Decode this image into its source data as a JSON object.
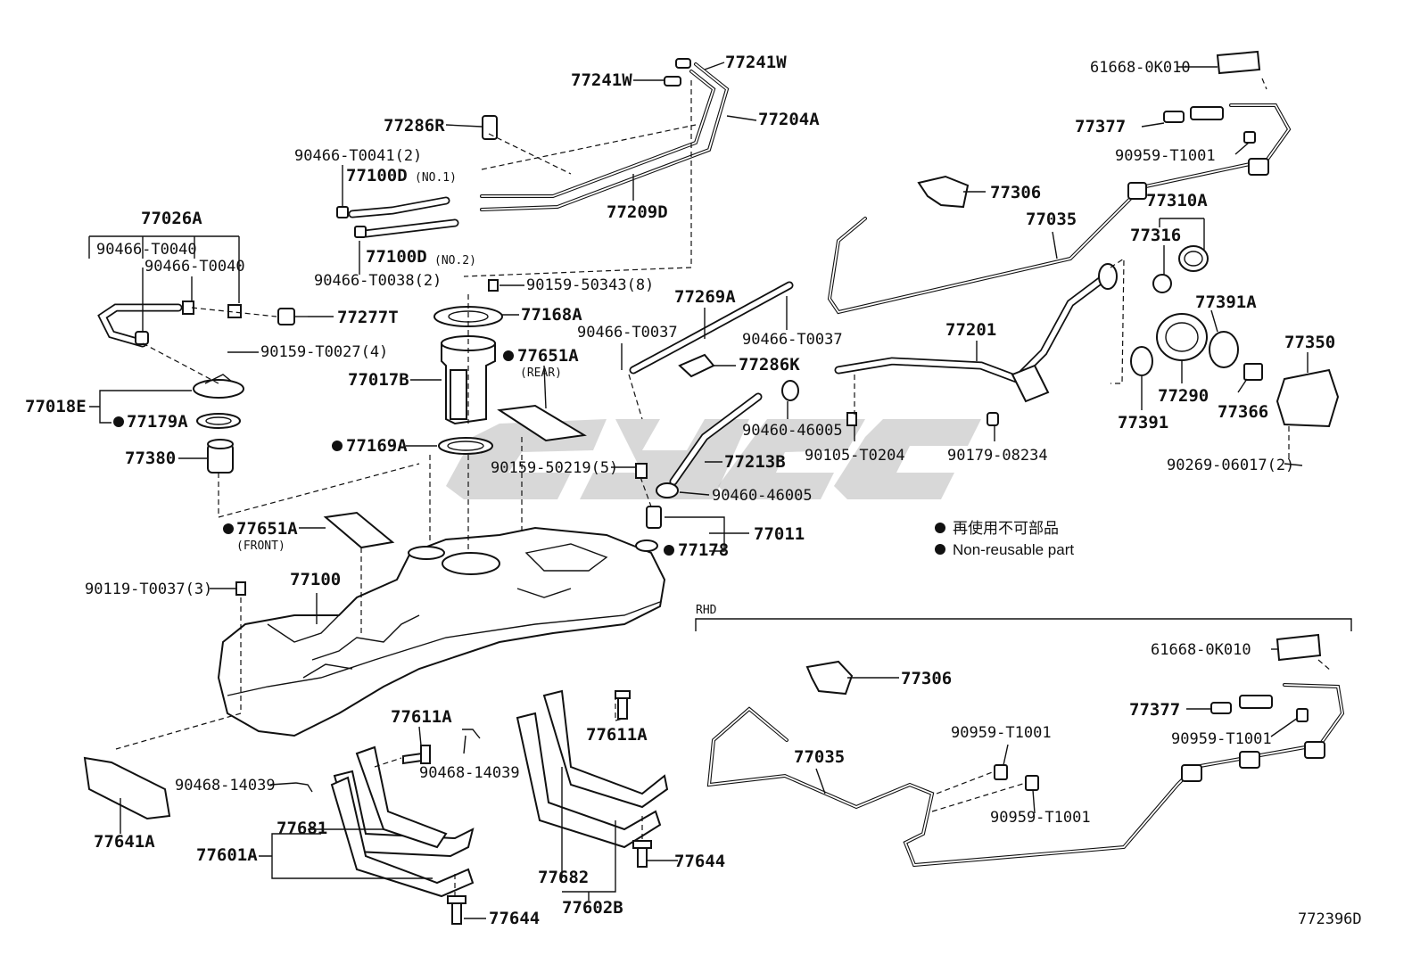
{
  "labels": {
    "p77241W_a": "77241W",
    "p77241W_b": "77241W",
    "p77204A": "77204A",
    "p77286R": "77286R",
    "p90466T0041": "90466-T0041(2)",
    "p77100D": "77100D",
    "no1": "(NO.1)",
    "p77209D": "77209D",
    "p77026A": "77026A",
    "p90466T0040_a": "90466-T0040",
    "p90466T0040_b": "90466-T0040",
    "p77100D_b": "77100D",
    "no2": "(NO.2)",
    "p90466T0038": "90466-T0038(2)",
    "p90159_50343": "90159-50343(8)",
    "p77168A": "77168A",
    "p77277T": "77277T",
    "p90159T0027": "90159-T0027(4)",
    "p77017B": "77017B",
    "p77651A_rear": "77651A",
    "rear": "(REAR)",
    "p77018E": "77018E",
    "p77179A": "77179A",
    "p77380": "77380",
    "p77169A": "77169A",
    "p90159_50219": "90159-50219(5)",
    "p77651A_front": "77651A",
    "front": "(FRONT)",
    "p90119T0037": "90119-T0037(3)",
    "p77100": "77100",
    "p77269A": "77269A",
    "p90466T0037_a": "90466-T0037",
    "p90466T0037_b": "90466-T0037",
    "p77286K": "77286K",
    "p77201": "77201",
    "p77213B": "77213B",
    "p90460_46005_a": "90460-46005",
    "p90460_46005_b": "90460-46005",
    "p90105T0204": "90105-T0204",
    "p90179_08234": "90179-08234",
    "p77011": "77011",
    "p77178": "77178",
    "p61668_0K010_a": "61668-0K010",
    "p77377_a": "77377",
    "p90959T1001_a": "90959-T1001",
    "p77306_a": "77306",
    "p77035_a": "77035",
    "p77310A": "77310A",
    "p77316": "77316",
    "p77391A": "77391A",
    "p77350": "77350",
    "p77290": "77290",
    "p77391": "77391",
    "p77366": "77366",
    "p90269_06017": "90269-06017(2)",
    "p77611A_a": "77611A",
    "p77611A_b": "77611A",
    "p90468_14039_a": "90468-14039",
    "p90468_14039_b": "90468-14039",
    "p77641A": "77641A",
    "p77681": "77681",
    "p77601A": "77601A",
    "p77644_a": "77644",
    "p77644_b": "77644",
    "p77682": "77682",
    "p77602B": "77602B",
    "rhd": "RHD",
    "p61668_0K010_b": "61668-0K010",
    "p77306_b": "77306",
    "p77377_b": "77377",
    "p90959T1001_b": "90959-T1001",
    "p90959T1001_c": "90959-T1001",
    "p90959T1001_d": "90959-T1001",
    "p77035_b": "77035",
    "diagram_id": "772396D"
  },
  "legend": {
    "jp": "再使用不可部品",
    "en": "Non-reusable part"
  },
  "colors": {
    "ink": "#111111",
    "watermark": "#b8b8b8"
  }
}
